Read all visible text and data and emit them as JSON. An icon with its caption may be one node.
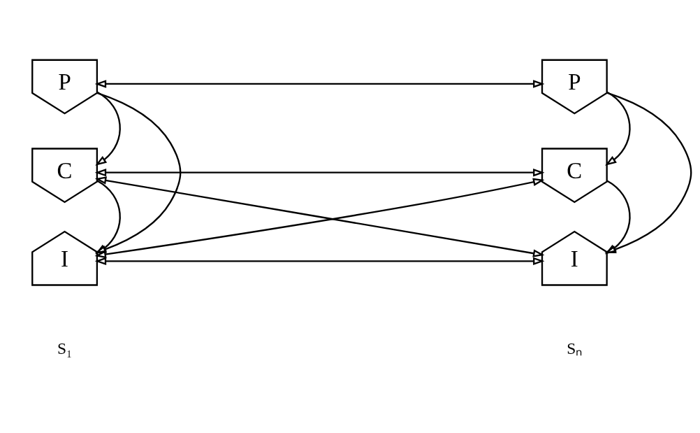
{
  "diagram": {
    "nodes": [
      {
        "text": [
          "P"
        ]
      },
      {
        "text": [
          "C"
        ]
      },
      {
        "text": [
          "I"
        ]
      },
      {
        "text": [
          "P"
        ]
      },
      {
        "text": [
          "C"
        ]
      },
      {
        "text": [
          "I"
        ]
      }
    ],
    "edges": [
      {
        "from": 0,
        "to": 1,
        "arrow": "to"
      },
      {
        "from": 0,
        "to": 2,
        "arrow": "to"
      },
      {
        "from": 1,
        "to": 2,
        "arrow": "to"
      },
      {
        "from": 0,
        "to": 3,
        "arrow": "both"
      },
      {
        "from": 1,
        "to": 4,
        "arrow": "both"
      },
      {
        "from": 2,
        "to": 5,
        "arrow": "both"
      },
      {
        "from": 3,
        "to": 4,
        "arrow": "to"
      },
      {
        "from": 3,
        "to": 5,
        "arrow": "to"
      },
      {
        "from": 4,
        "to": 5,
        "arrow": "to"
      },
      {
        "from": 1,
        "to": 5,
        "arrow": "both"
      },
      {
        "from": 2,
        "to": 4,
        "arrow": "both"
      }
    ],
    "labels": [
      "S₁",
      "Sₙ"
    ]
  }
}
